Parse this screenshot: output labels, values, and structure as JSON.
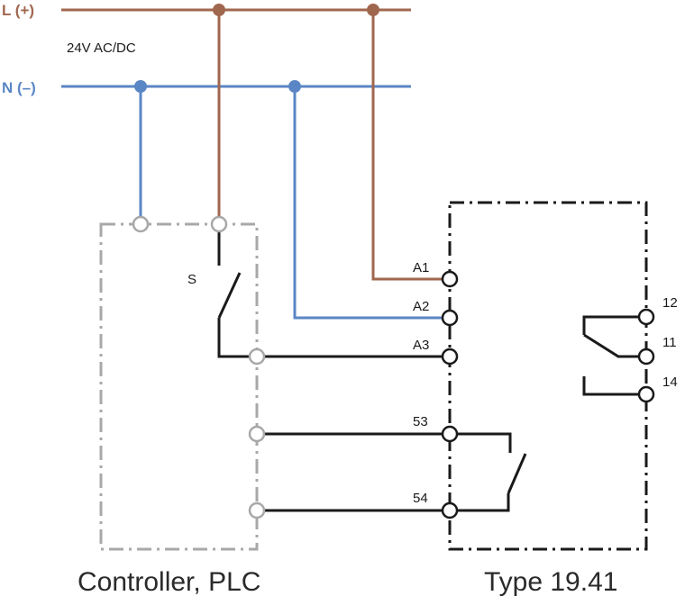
{
  "rails": {
    "positive": "L (+)",
    "negative": "N (–)",
    "supply": "24V AC/DC"
  },
  "controller": {
    "switch_label": "S",
    "caption": "Controller, PLC"
  },
  "relay": {
    "terminals": {
      "a1": "A1",
      "a2": "A2",
      "a3": "A3",
      "t53": "53",
      "t54": "54",
      "t12": "12",
      "t11": "11",
      "t14": "14"
    },
    "caption": "Type 19.41"
  },
  "colors": {
    "positive": "#a0674f",
    "negative": "#5a86c5",
    "wire": "#1a1a1a",
    "controller_outline": "#a8a8a8",
    "relay_outline": "#1a1a1a"
  }
}
